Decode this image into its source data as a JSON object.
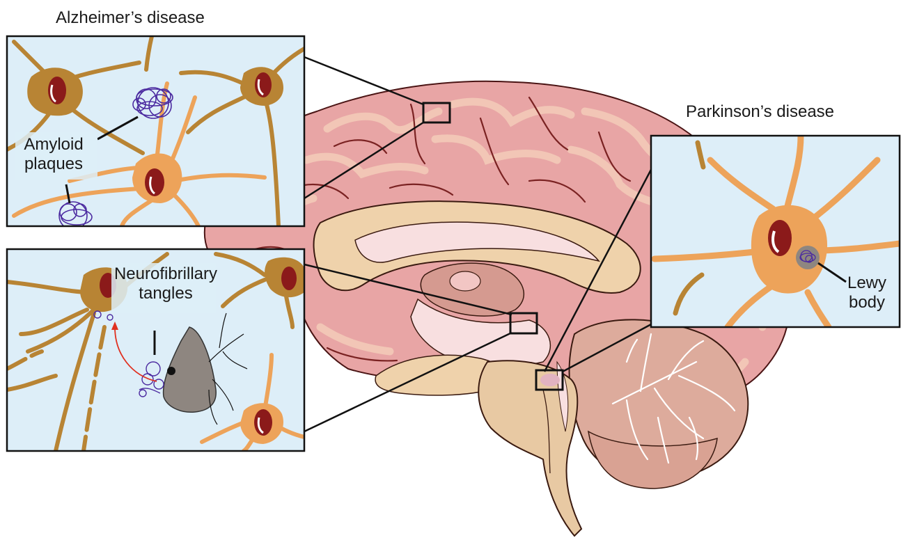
{
  "headings": {
    "alzheimers": "Alzheimer’s disease",
    "parkinsons": "Parkinson’s disease"
  },
  "labels": {
    "amyloid_line1": "Amyloid",
    "amyloid_line2": "plaques",
    "tangles_line1": "Neurofibrillary",
    "tangles_line2": "tangles",
    "lewy_line1": "Lewy",
    "lewy_line2": "body"
  },
  "colors": {
    "cortex": "#e8a5a5",
    "cortex_outline": "#5a1a1a",
    "gyri_highlight": "#f2c6b6",
    "white_matter": "#efd2ab",
    "inner_pink": "#f8dfe0",
    "cerebellum": "#ddab9c",
    "brainstem": "#e8c9a3",
    "inset_bg": "#ddeef8",
    "neuron_alz": "#b88434",
    "neuron_light": "#eda35a",
    "nucleus": "#8b1a1a",
    "plaque": "#4b2aa0",
    "tau_arrow": "#e03020",
    "dead_cell": "#8e8680"
  }
}
